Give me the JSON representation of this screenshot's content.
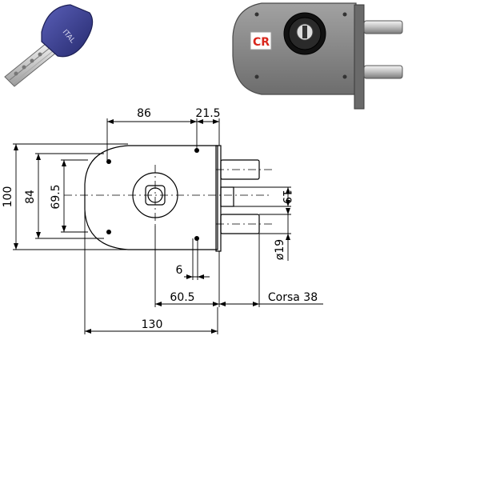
{
  "drawing": {
    "dimensions": {
      "width_86": "86",
      "width_21_5": "21.5",
      "height_100": "100",
      "height_84": "84",
      "height_69_5": "69.5",
      "bolt_spacing_19": "19",
      "bolt_diameter": "ø19",
      "offset_6": "6",
      "key_center_60_5": "60.5",
      "stroke_label": "Corsa 38",
      "total_width_130": "130"
    }
  },
  "photo": {
    "brand_logo_text": "CR",
    "key_text": "ITAL"
  },
  "colors": {
    "key_head": "#3a3f8f",
    "lock_body": "#8c8c8c",
    "knob": "#1a1a1a",
    "logo_red": "#d9261c"
  }
}
